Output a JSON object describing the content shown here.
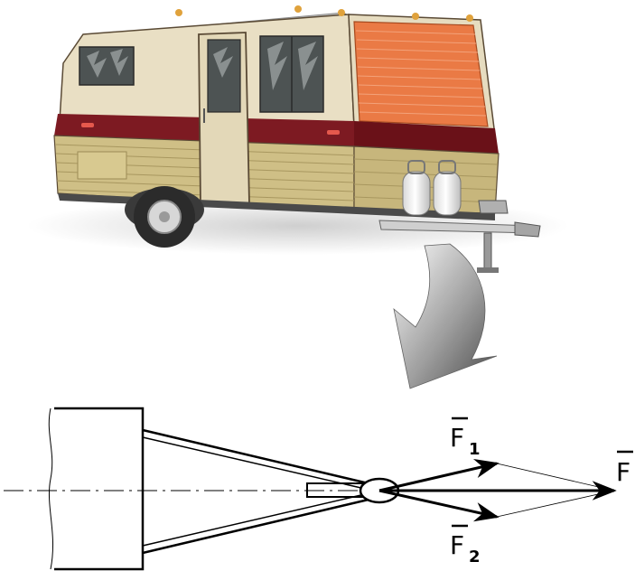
{
  "labels": {
    "f1_main": "F",
    "f1_sub": "1",
    "f2_main": "F",
    "f2_sub": "2",
    "f_main": "F"
  },
  "colors": {
    "trailer_body": "#e9dfc4",
    "trailer_lower": "#cfbf86",
    "stripe": "#7d1a22",
    "window": "#4d5353",
    "roof_panel": "#ea7a45",
    "wheel": "#2b2b2b",
    "curved_arrow": "#6e6e6e",
    "diagram_line": "#000000"
  },
  "icons": {
    "trailer": "camper-trailer-illustration",
    "pointer": "curved-down-arrow-icon"
  }
}
